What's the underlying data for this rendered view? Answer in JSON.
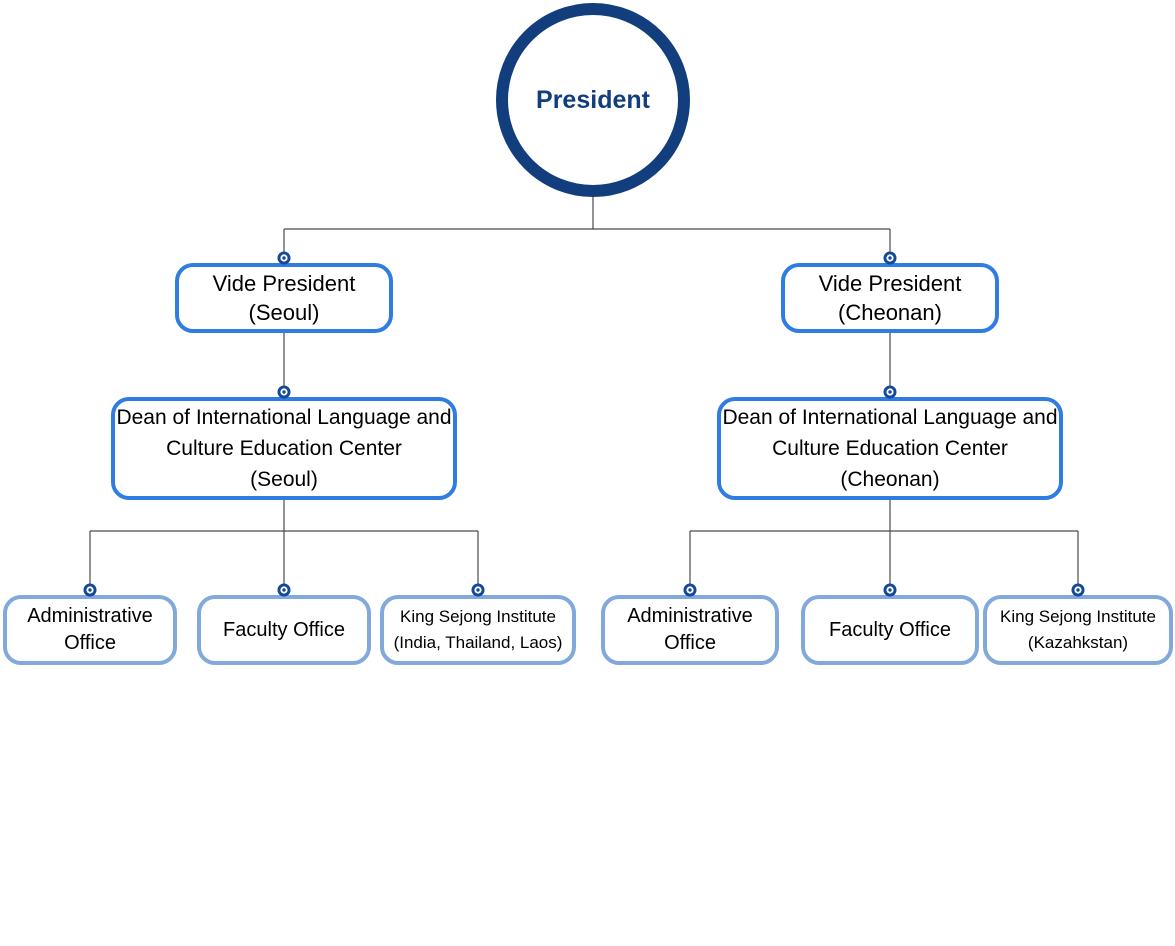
{
  "diagram": {
    "type": "org-chart",
    "root": "President"
  },
  "colors": {
    "navy": "#123e7e",
    "bright_blue_border": "#2f7de2",
    "light_blue_border": "#82a9dc",
    "connector_line": "#4a4a4a",
    "connector_dot": "#14489a",
    "text": "#000000",
    "background": "#ffffff"
  },
  "nodes": {
    "president": "President",
    "vp_seoul": [
      "Vide President",
      "(Seoul)"
    ],
    "vp_cheonan": [
      "Vide President",
      "(Cheonan)"
    ],
    "dean_seoul": [
      "Dean of International Language and",
      "Culture Education Center",
      "(Seoul)"
    ],
    "dean_cheonan": [
      "Dean of International Language and",
      "Culture Education Center",
      "(Cheonan)"
    ],
    "admin_seoul": [
      "Administrative",
      "Office"
    ],
    "faculty_seoul": [
      "Faculty Office"
    ],
    "ksi_seoul": [
      "King Sejong Institute",
      "(India, Thailand, Laos)"
    ],
    "admin_cheonan": [
      "Administrative",
      "Office"
    ],
    "faculty_cheonan": [
      "Faculty Office"
    ],
    "ksi_cheonan": [
      "King Sejong Institute",
      "(Kazahkstan)"
    ]
  },
  "edges": [
    {
      "from": "president",
      "to": "vp_seoul"
    },
    {
      "from": "president",
      "to": "vp_cheonan"
    },
    {
      "from": "vp_seoul",
      "to": "dean_seoul"
    },
    {
      "from": "vp_cheonan",
      "to": "dean_cheonan"
    },
    {
      "from": "dean_seoul",
      "to": "admin_seoul"
    },
    {
      "from": "dean_seoul",
      "to": "faculty_seoul"
    },
    {
      "from": "dean_seoul",
      "to": "ksi_seoul"
    },
    {
      "from": "dean_cheonan",
      "to": "admin_cheonan"
    },
    {
      "from": "dean_cheonan",
      "to": "faculty_cheonan"
    },
    {
      "from": "dean_cheonan",
      "to": "ksi_cheonan"
    }
  ]
}
